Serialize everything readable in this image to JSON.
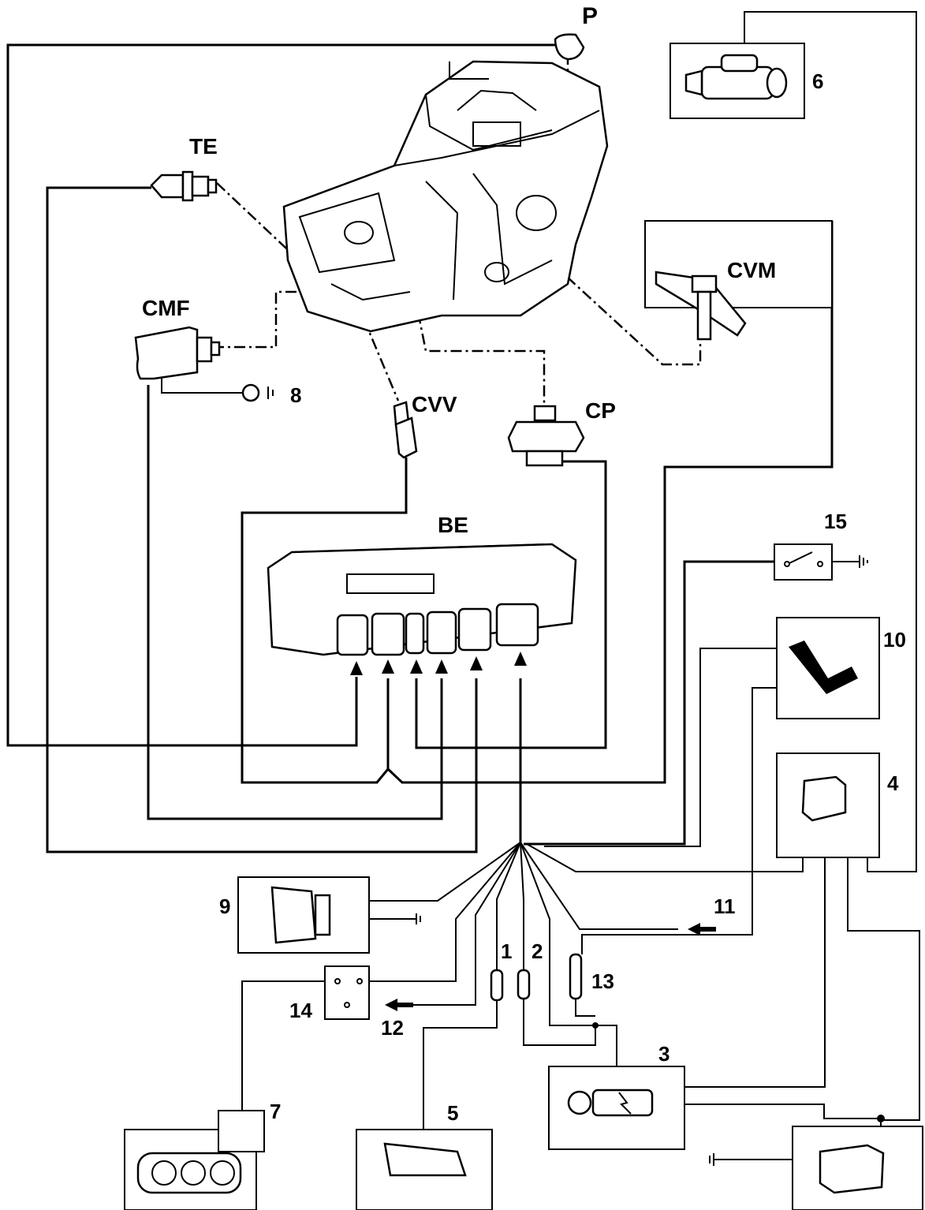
{
  "labels": {
    "p": "P",
    "te": "TE",
    "cmf": "CMF",
    "cvm": "CVM",
    "cvv": "CVV",
    "cp": "CP",
    "be": "BE",
    "n1": "1",
    "n2": "2",
    "n3": "3",
    "n4": "4",
    "n5": "5",
    "n6": "6",
    "n7": "7",
    "n8": "8",
    "n9": "9",
    "n10": "10",
    "n11": "11",
    "n12": "12",
    "n13": "13",
    "n14": "14",
    "n15": "15"
  },
  "colors": {
    "ink": "#000000",
    "paper": "#ffffff"
  }
}
